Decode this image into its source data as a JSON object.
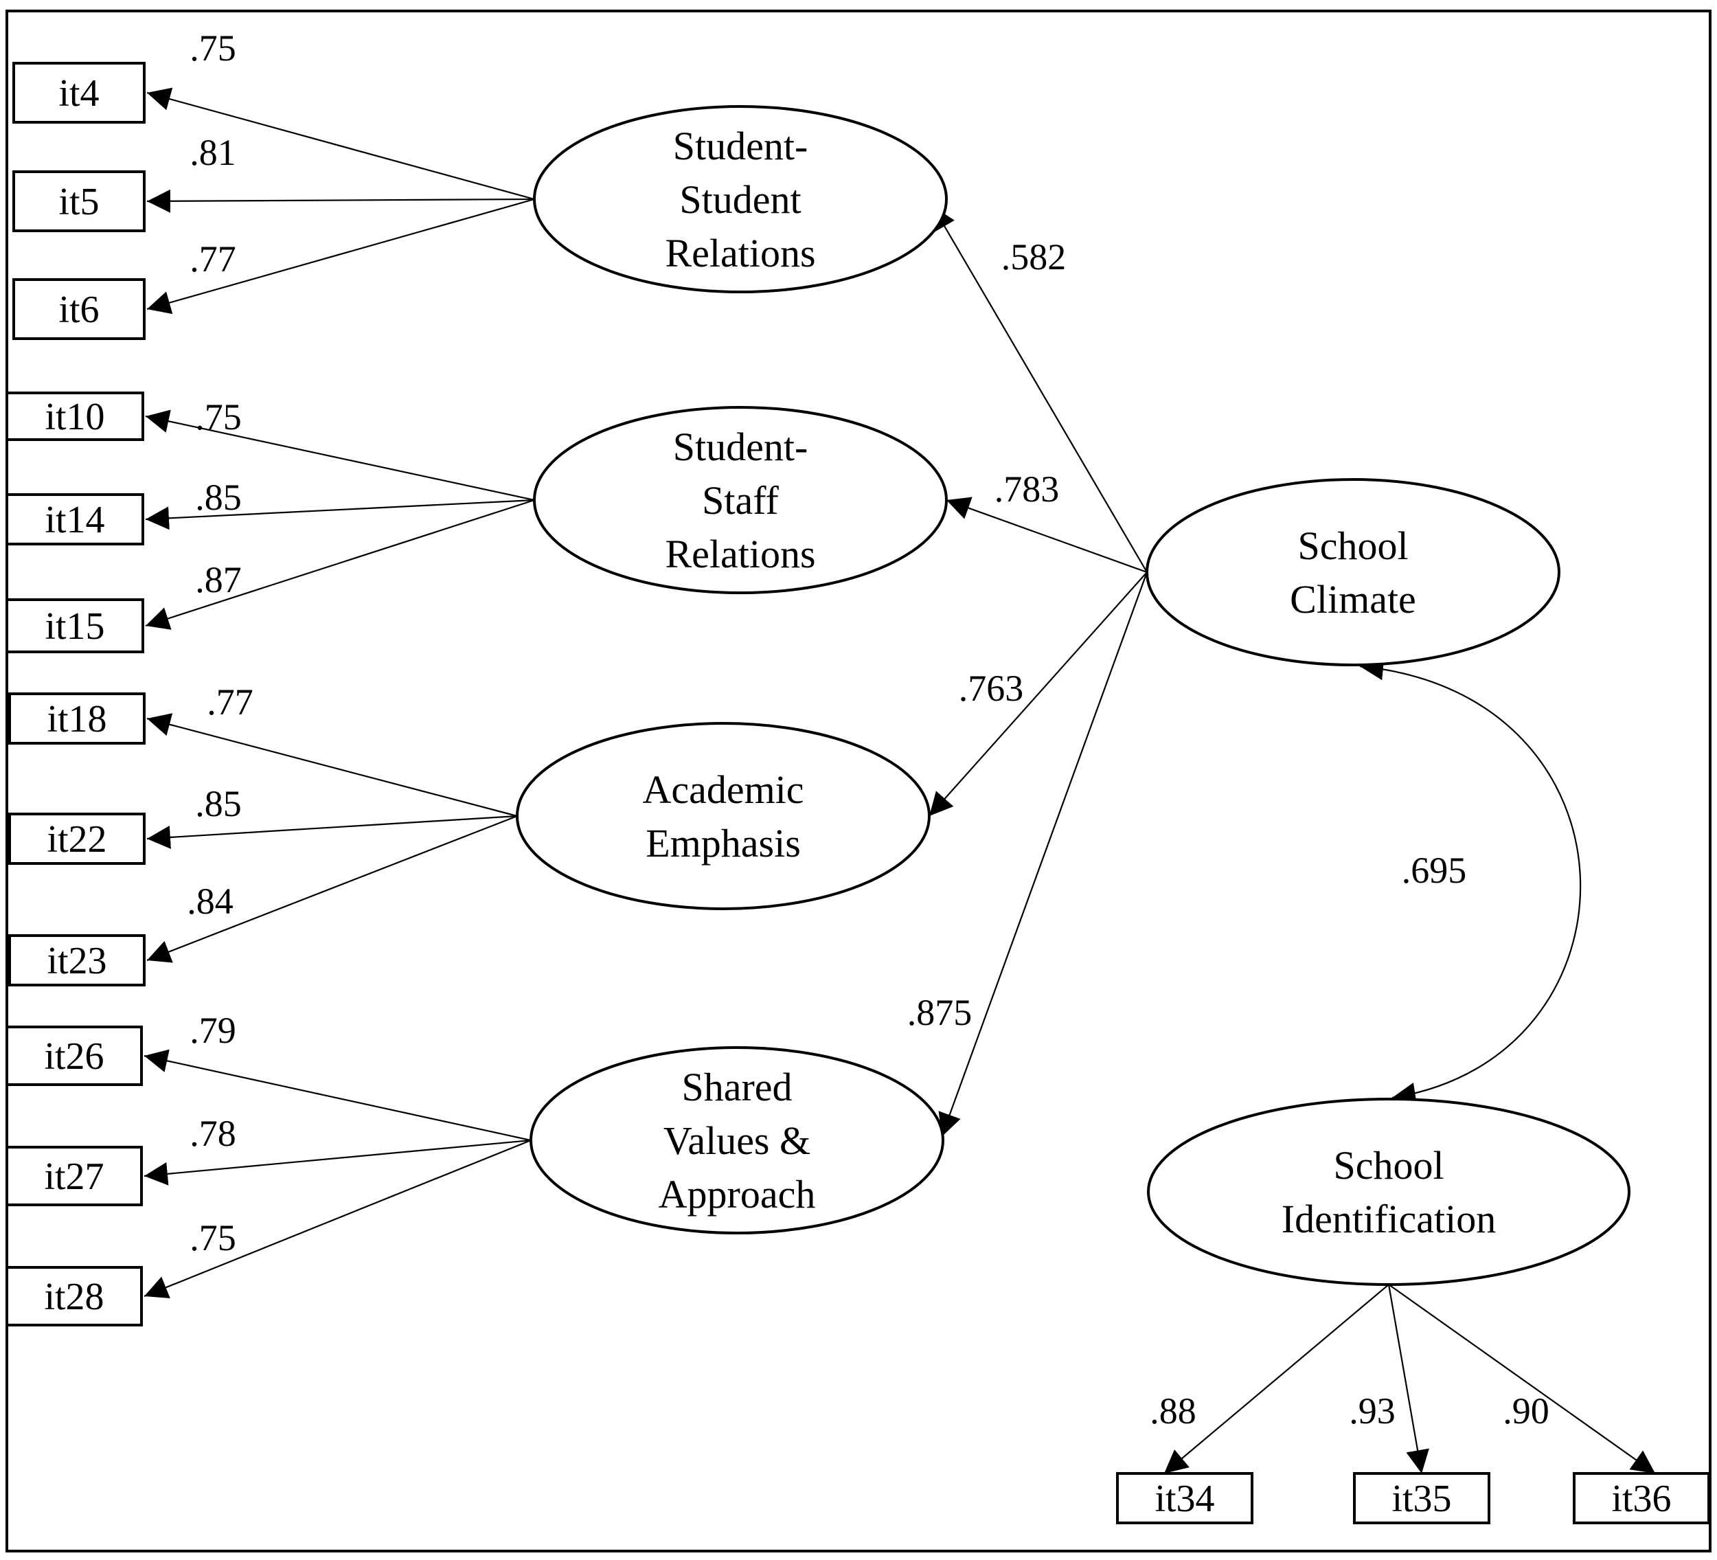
{
  "diagram": {
    "latents": [
      {
        "id": "ss",
        "lines": [
          "Student-",
          "Student",
          "Relations"
        ]
      },
      {
        "id": "st",
        "lines": [
          "Student-",
          "Staff",
          "Relations"
        ]
      },
      {
        "id": "ae",
        "lines": [
          "Academic",
          "Emphasis"
        ]
      },
      {
        "id": "sv",
        "lines": [
          "Shared",
          "Values &",
          "Approach"
        ]
      },
      {
        "id": "sc",
        "lines": [
          "School",
          "Climate"
        ]
      },
      {
        "id": "si",
        "lines": [
          "School",
          "Identification"
        ]
      }
    ],
    "indicators": [
      {
        "id": "it4",
        "label": "it4",
        "factor": "ss",
        "loading": ".75"
      },
      {
        "id": "it5",
        "label": "it5",
        "factor": "ss",
        "loading": ".81"
      },
      {
        "id": "it6",
        "label": "it6",
        "factor": "ss",
        "loading": ".77"
      },
      {
        "id": "it10",
        "label": "it10",
        "factor": "st",
        "loading": ".75"
      },
      {
        "id": "it14",
        "label": "it14",
        "factor": "st",
        "loading": ".85"
      },
      {
        "id": "it15",
        "label": "it15",
        "factor": "st",
        "loading": ".87"
      },
      {
        "id": "it18",
        "label": "it18",
        "factor": "ae",
        "loading": ".77"
      },
      {
        "id": "it22",
        "label": "it22",
        "factor": "ae",
        "loading": ".85"
      },
      {
        "id": "it23",
        "label": "it23",
        "factor": "ae",
        "loading": ".84"
      },
      {
        "id": "it26",
        "label": "it26",
        "factor": "sv",
        "loading": ".79"
      },
      {
        "id": "it27",
        "label": "it27",
        "factor": "sv",
        "loading": ".78"
      },
      {
        "id": "it28",
        "label": "it28",
        "factor": "sv",
        "loading": ".75"
      },
      {
        "id": "it34",
        "label": "it34",
        "factor": "si",
        "loading": ".88"
      },
      {
        "id": "it35",
        "label": "it35",
        "factor": "si",
        "loading": ".93"
      },
      {
        "id": "it36",
        "label": "it36",
        "factor": "si",
        "loading": ".90"
      }
    ],
    "second_order": [
      {
        "from": "sc",
        "to": "ss",
        "loading": ".582"
      },
      {
        "from": "sc",
        "to": "st",
        "loading": ".783"
      },
      {
        "from": "sc",
        "to": "ae",
        "loading": ".763"
      },
      {
        "from": "sc",
        "to": "sv",
        "loading": ".875"
      }
    ],
    "correlation": {
      "between": [
        "sc",
        "si"
      ],
      "value": ".695"
    }
  }
}
